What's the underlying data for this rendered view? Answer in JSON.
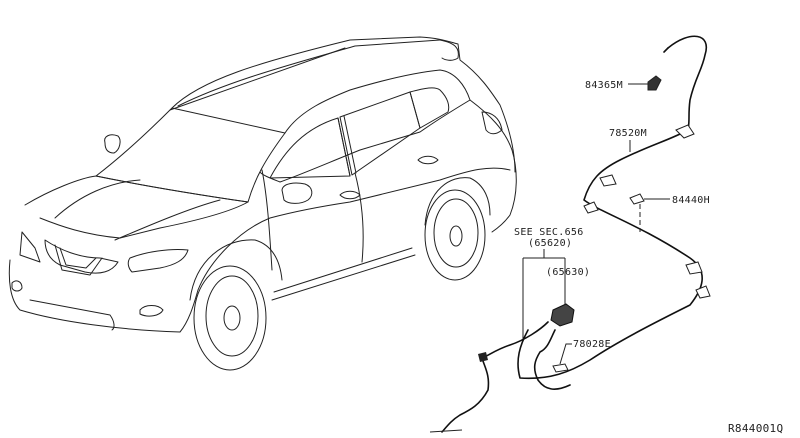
{
  "diagram": {
    "subject": "SUV line drawing with rear-view camera wiring harness",
    "parts": [
      {
        "id": "part-84365m",
        "label": "84365M"
      },
      {
        "id": "part-78520m",
        "label": "78520M"
      },
      {
        "id": "part-84440h",
        "label": "84440H"
      },
      {
        "id": "part-65620",
        "label": "SEE SEC.656",
        "sublabel": "(65620)"
      },
      {
        "id": "part-65630",
        "label": "(65630)"
      },
      {
        "id": "part-78028e",
        "label": "78028E"
      }
    ],
    "reference_code": "R844001Q"
  }
}
